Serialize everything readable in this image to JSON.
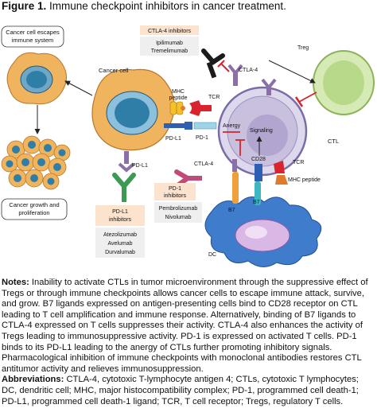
{
  "figure": {
    "label": "Figure 1.",
    "title": "Immune checkpoint inhibitors in cancer treatment."
  },
  "diagram": {
    "escape_box": [
      "Cancer cell escapes",
      "immune system"
    ],
    "growth_box": [
      "Cancer growth and",
      "proliferation"
    ],
    "cancer_cell": "Cancer cell",
    "mhc_peptide_top": [
      "MHC",
      "peptide"
    ],
    "tcr_top": "TCR",
    "anergy": "Anergy",
    "signaling": "Signaling",
    "ctla4_top": "CTLA-4",
    "ctla4_mid": "CTLA-4",
    "treg": "Treg",
    "ctl": "CTL",
    "pdl1_mid": "PD-L1",
    "pd1": "PD-1",
    "pdl1_bottom": "PD-L1",
    "cd28": "CD28",
    "tcr_bottom": "TCR",
    "mhc_peptide_bottom": "MHC peptide",
    "b7_left": "B7",
    "b7_right": "B7",
    "dc": "DC",
    "ctla4_inhibitors": {
      "title": "CTLA-4 inhibitors",
      "drugs": [
        "Ipilimumab",
        "Tremelimumab"
      ]
    },
    "pd1_inhibitors": {
      "title": [
        "PD-1",
        "inhibitors"
      ],
      "drugs": [
        "Pembrolizumab",
        "Nivolumab"
      ]
    },
    "pdl1_inhibitors": {
      "title": [
        "PD-L1",
        "inhibitors"
      ],
      "drugs": [
        "Atezolizumab",
        "Avelumab",
        "Durvalumab"
      ]
    },
    "colors": {
      "box_fill": "#fbe3cd",
      "cancer_cell": "#f0b35e",
      "nucleus": "#2f7ea8",
      "t_cell": "#c8c0dd",
      "treg": "#b9d98a",
      "dc": "#3f7ccc",
      "inhibit_red": "#d9232e",
      "receptor_purple": "#8b6fa8"
    }
  },
  "notes": {
    "notes_label": "Notes:",
    "notes_text": "Inability to activate CTLs in tumor microenvironment through the suppressive effect of Tregs or through immune checkpoints allows cancer cells to escape immune attack, survive, and grow. B7 ligands expressed on antigen-presenting cells bind to CD28 receptor on CTL leading to T cell amplification and immune response. Alternatively, binding of B7 ligands to CTLA-4 expressed on T cells suppresses their activity. CTLA-4 also enhances the activity of Tregs leading to immunosuppressive activity. PD-1 is expressed on activated T cells. PD-1 binds to its PD-L1 leading to the anergy of CTLs further promoting inhibitory signals. Pharmacological inhibition of immune checkpoints with monoclonal antibodies restores CTL antitumor activity and relieves immunosuppression.",
    "abbr_label": "Abbreviations:",
    "abbr_text": "CTLA-4, cytotoxic T-lymphocyte antigen 4; CTLs, cytotoxic T lymphocytes; DC, dendritic cell; MHC, major histocompatibility complex; PD-1, programmed cell death-1; PD-L1, programmed cell death-1 ligand; TCR, T cell receptor; Tregs, regulatory T cells."
  }
}
